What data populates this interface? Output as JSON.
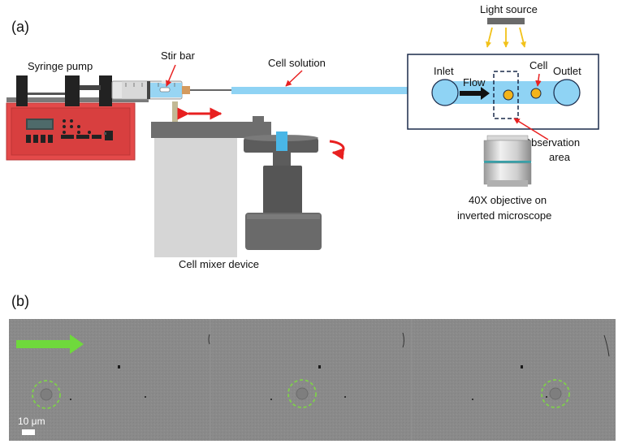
{
  "panel_a": {
    "label": "(a)",
    "syringe_pump": "Syringe pump",
    "stir_bar": "Stir bar",
    "cell_solution": "Cell solution",
    "light_source": "Light source",
    "inlet": "Inlet",
    "flow": "Flow",
    "cell": "Cell",
    "outlet": "Outlet",
    "observation_area_line1": "Observation",
    "observation_area_line2": "area",
    "objective_line1": "40X objective on",
    "objective_line2": "inverted microscope",
    "mixer": "Cell mixer device"
  },
  "panel_b": {
    "label": "(b)",
    "scale_bar": "10 μm",
    "frame_count": 3
  },
  "colors": {
    "pump_red": "#e44a4a",
    "pump_dark": "#c43c3c",
    "tube_blue": "#8fd3f4",
    "accent_red": "#e82020",
    "cell_orange": "#f3b41b",
    "light_yellow": "#f2c21a",
    "motion_arrow_green": "#6fd93c",
    "cell_marker_green": "#7fd14a",
    "micrograph_gray": "#8a8a8a"
  }
}
